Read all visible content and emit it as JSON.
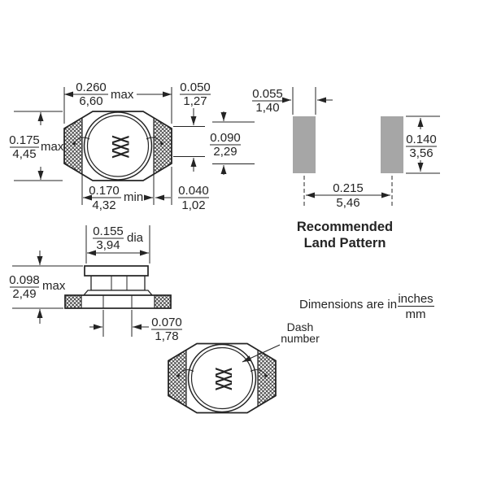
{
  "drawing": {
    "ink_color": "#242424",
    "top_view": {
      "marking": "XXX",
      "dim_width": {
        "inches": "0.260",
        "mm": "6,60",
        "suffix": "max"
      },
      "dim_height": {
        "inches": "0.175",
        "mm": "4,45",
        "suffix": "max"
      },
      "dim_terminal_gap": {
        "inches": "0.170",
        "mm": "4,32",
        "suffix": "min"
      },
      "dim_terminal_length": {
        "inches": "0.040",
        "mm": "1,02"
      },
      "dim_terminal_setback": {
        "inches": "0.050",
        "mm": "1,27"
      },
      "dim_terminal_width": {
        "inches": "0.090",
        "mm": "2,29"
      }
    },
    "side_view": {
      "dim_core_diameter": {
        "inches": "0.155",
        "mm": "3,94",
        "suffix": "dia"
      },
      "dim_height": {
        "inches": "0.098",
        "mm": "2,49",
        "suffix": "max"
      },
      "dim_center_pad": {
        "inches": "0.070",
        "mm": "1,78"
      }
    },
    "bottom_view": {
      "marking": "XXX",
      "callout_line1": "Dash",
      "callout_line2": "number"
    },
    "land_pattern": {
      "caption_line1": "Recommended",
      "caption_line2": "Land Pattern",
      "pad_color": "#a6a6a6",
      "dim_pad_width": {
        "inches": "0.055",
        "mm": "1,40"
      },
      "dim_pad_height": {
        "inches": "0.140",
        "mm": "3,56"
      },
      "dim_pitch": {
        "inches": "0.215",
        "mm": "5,46"
      }
    },
    "units_note": {
      "prefix": "Dimensions are in",
      "numerator": "inches",
      "denominator": "mm"
    }
  }
}
